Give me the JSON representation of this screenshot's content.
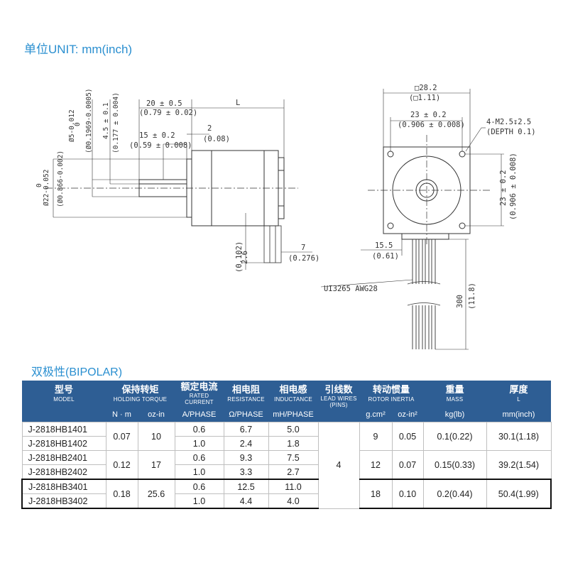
{
  "unit_title": "单位UNIT: mm(inch)",
  "side_view": {
    "dim_flat": "20 ± 0.5",
    "dim_flat_in": "(0.79 ± 0.02)",
    "dim_L": "L",
    "dim_shaft_flat": "15 ± 0.2",
    "dim_shaft_flat_in": "(0.59 ± 0.008)",
    "dim_boss": "2",
    "dim_boss_in": "(0.08)",
    "dim_shaft_dia": "Ø5-0.012",
    "dim_shaft_dia_sup": "0",
    "dim_shaft_dia_in": "(Ø0.1969-0.0005)",
    "dim_flat_depth": "4.5 ± 0.1",
    "dim_flat_depth_in": "(0.177 ± 0.004)",
    "dim_pilot": "Ø22-0.052",
    "dim_pilot_sup": "0",
    "dim_pilot_in": "(Ø0.866-0.002)",
    "dim_lead": "2.6",
    "dim_lead_in": "(0.102)",
    "dim_lead2": "7",
    "dim_lead2_in": "(0.276)"
  },
  "front_view": {
    "dim_square": "□28.2",
    "dim_square_in": "(□1.11)",
    "dim_hole_spacing": "23 ± 0.2",
    "dim_hole_spacing_in": "(0.906 ± 0.008)",
    "dim_holes": "4-M2.5↧2.5",
    "dim_holes_depth": "(DEPTH 0.1)",
    "dim_vertical": "23 ± 0.2",
    "dim_vertical_in": "(0.906 ± 0.008)",
    "dim_lead_offset": "15.5",
    "dim_lead_offset_in": "(0.61)",
    "cable_label": "UI3265 AWG28",
    "dim_cable": "300",
    "dim_cable_in": "(11.8)"
  },
  "bipolar_title": "双极性(BIPOLAR)",
  "table": {
    "headers": [
      {
        "zh": "型号",
        "en": "MODEL"
      },
      {
        "zh": "保持转矩",
        "en": "HOLDING TORQUE"
      },
      {
        "zh": "额定电流",
        "en": "RATED CURRENT"
      },
      {
        "zh": "相电阻",
        "en": "RESISTANCE"
      },
      {
        "zh": "相电感",
        "en": "INDUCTANCE"
      },
      {
        "zh": "引线数",
        "en": "LEAD WIRES (PINS)"
      },
      {
        "zh": "转动惯量",
        "en": "ROTOR INERTIA"
      },
      {
        "zh": "重量",
        "en": "MASS"
      },
      {
        "zh": "厚度",
        "en": "L"
      }
    ],
    "units": [
      "N · m",
      "oz-in",
      "A/PHASE",
      "Ω/PHASE",
      "mH/PHASE",
      "g.cm²",
      "oz-in²",
      "kg(lb)",
      "mm(inch)"
    ],
    "lead_wires": "4",
    "groups": [
      {
        "torque_nm": "0.07",
        "torque_ozin": "10",
        "inertia_gcm2": "9",
        "inertia_ozin2": "0.05",
        "mass": "0.1(0.22)",
        "length": "30.1(1.18)",
        "rows": [
          {
            "model": "J-2818HB1401",
            "current": "0.6",
            "resistance": "6.7",
            "inductance": "5.0"
          },
          {
            "model": "J-2818HB1402",
            "current": "1.0",
            "resistance": "2.4",
            "inductance": "1.8"
          }
        ]
      },
      {
        "torque_nm": "0.12",
        "torque_ozin": "17",
        "inertia_gcm2": "12",
        "inertia_ozin2": "0.07",
        "mass": "0.15(0.33)",
        "length": "39.2(1.54)",
        "rows": [
          {
            "model": "J-2818HB2401",
            "current": "0.6",
            "resistance": "9.3",
            "inductance": "7.5"
          },
          {
            "model": "J-2818HB2402",
            "current": "1.0",
            "resistance": "3.3",
            "inductance": "2.7"
          }
        ]
      },
      {
        "torque_nm": "0.18",
        "torque_ozin": "25.6",
        "inertia_gcm2": "18",
        "inertia_ozin2": "0.10",
        "mass": "0.2(0.44)",
        "length": "50.4(1.99)",
        "rows": [
          {
            "model": "J-2818HB3401",
            "current": "0.6",
            "resistance": "12.5",
            "inductance": "11.0"
          },
          {
            "model": "J-2818HB3402",
            "current": "1.0",
            "resistance": "4.4",
            "inductance": "4.0"
          }
        ]
      }
    ]
  }
}
